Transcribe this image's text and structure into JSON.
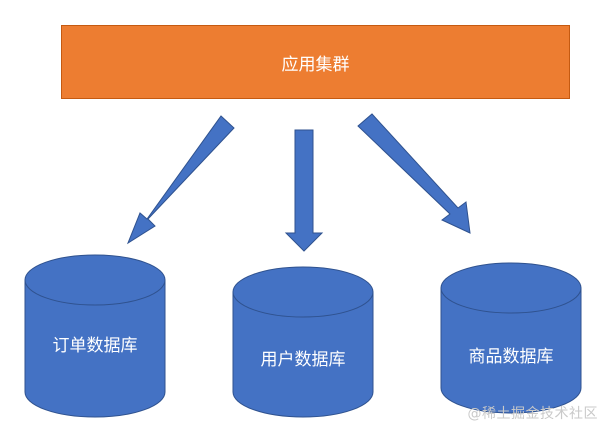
{
  "diagram": {
    "app_cluster": {
      "label": "应用集群",
      "fill": "#ed7d31"
    },
    "databases": [
      {
        "label": "订单数据库"
      },
      {
        "label": "用户数据库"
      },
      {
        "label": "商品数据库"
      }
    ],
    "arrow_color": "#4472c4",
    "db_fill": "#4472c4",
    "db_stroke": "#2f528f"
  },
  "watermark": "@稀土掘金技术社区"
}
